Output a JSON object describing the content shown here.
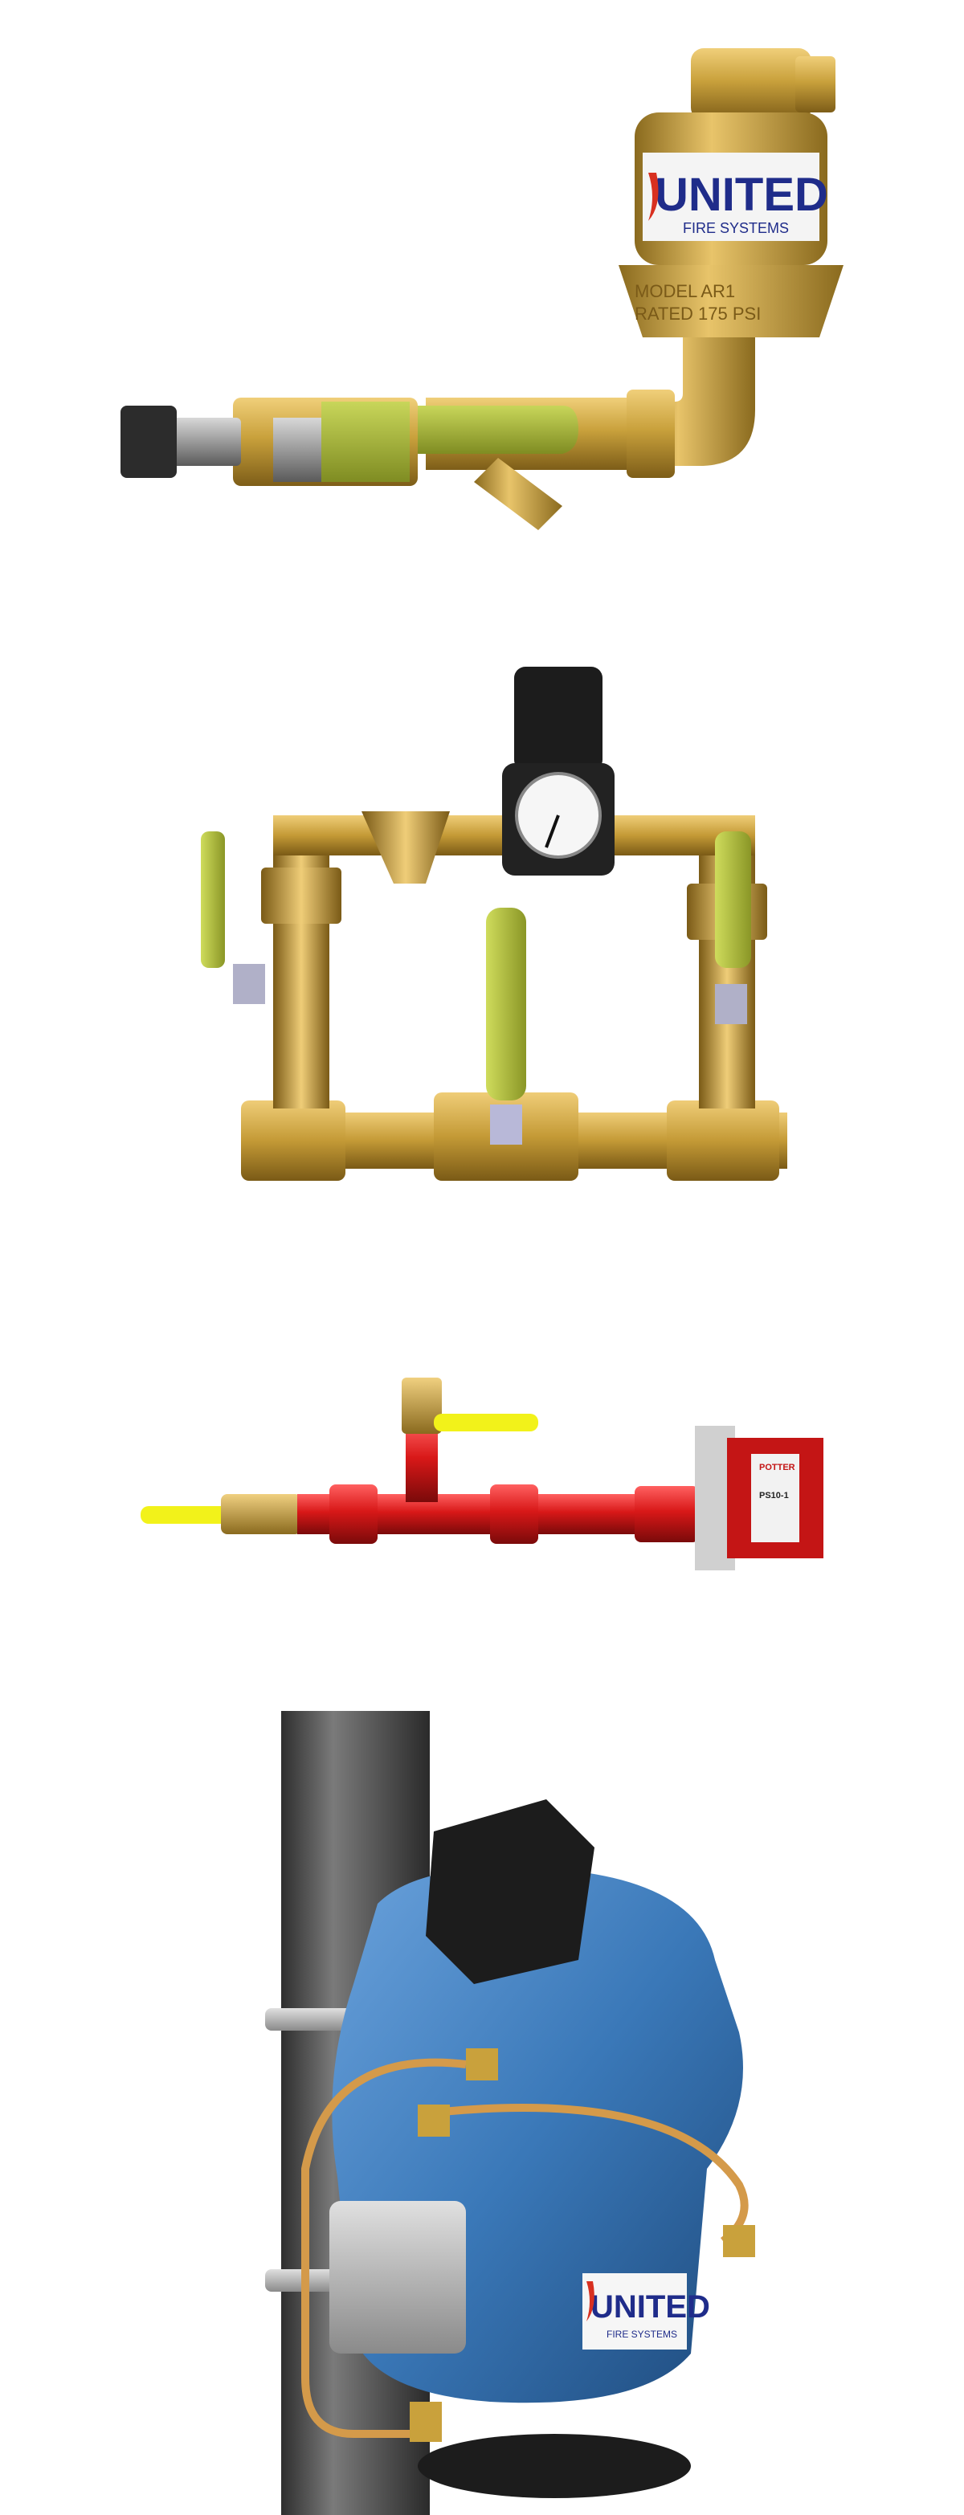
{
  "colors": {
    "brass": "#c9a13c",
    "brass_dark": "#8a6a1e",
    "handle_green": "#a8b838",
    "handle_yellow": "#f2f21a",
    "fire_red": "#d81818",
    "valve_blue": "#3a78b8",
    "pipe_gray": "#4a4a4a",
    "black_part": "#1c1c1c"
  },
  "logos": {
    "united_brand": "UNITED",
    "united_sub": "FIRE SYSTEMS"
  },
  "labels": {
    "vent_model": "MODEL AR1",
    "vent_rated": "RATED 175 PSI",
    "switch_brand": "POTTER",
    "switch_model": "PS10-1"
  }
}
